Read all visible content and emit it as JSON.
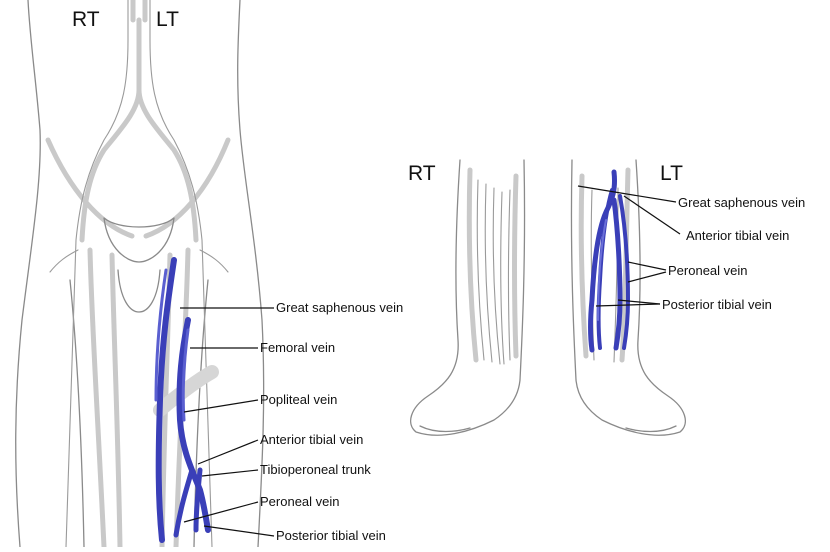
{
  "thigh": {
    "side_right": "RT",
    "side_left": "LT",
    "labels": [
      "Great saphenous vein",
      "Femoral vein",
      "Popliteal vein",
      "Anterior tibial vein",
      "Tibioperoneal trunk",
      "Peroneal vein",
      "Posterior tibial vein"
    ]
  },
  "calf": {
    "side_right": "RT",
    "side_left": "LT",
    "labels": [
      "Great saphenous vein",
      "Anterior tibial vein",
      "Peroneal vein",
      "Posterior tibial vein"
    ]
  },
  "colors": {
    "highlighted_vein": "#3a3fb8",
    "anatomy_outline": "#8a8a8a",
    "background": "#ffffff"
  }
}
